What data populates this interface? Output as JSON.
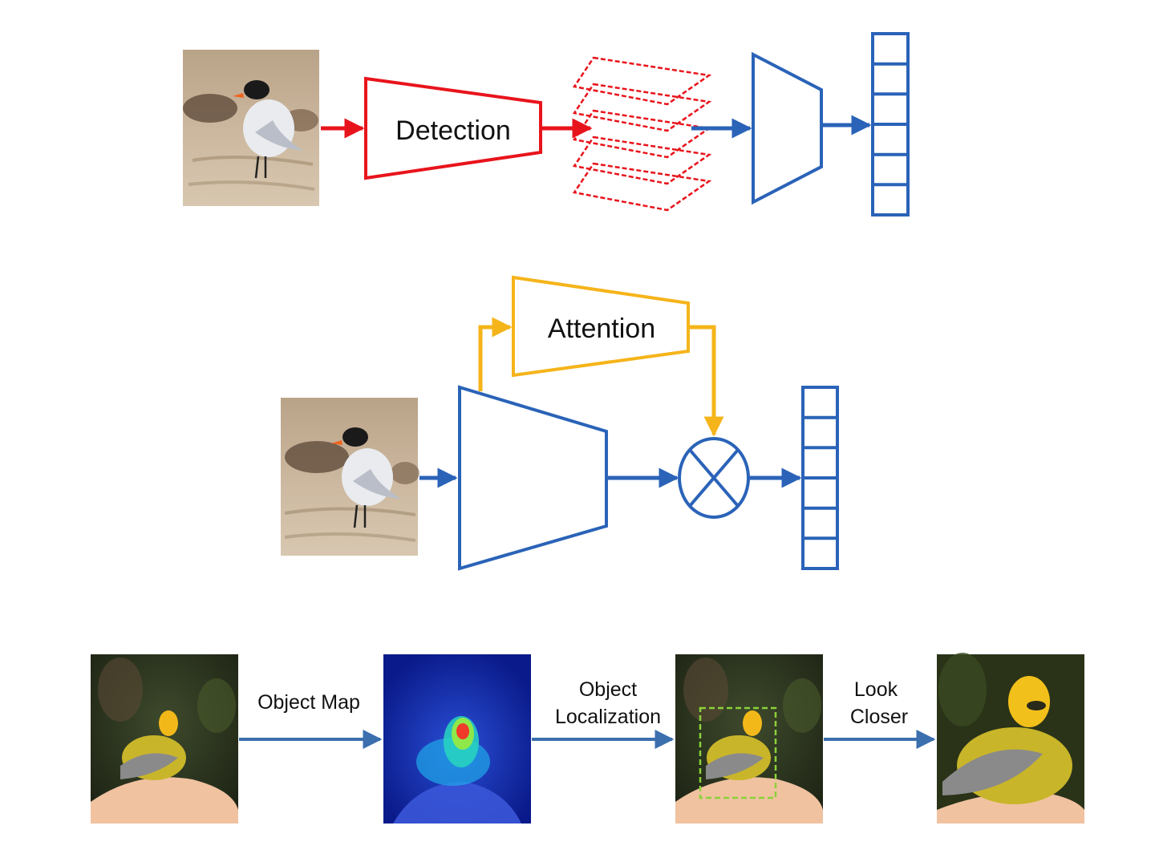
{
  "colors": {
    "detection": "#e8141c",
    "blue": "#2a63b8",
    "attention": "#f5b41a",
    "arrow_bottom": "#3b6fae",
    "text": "#111111",
    "crop_box": "#8bd13a"
  },
  "top_row": {
    "detection_label": "Detection"
  },
  "middle_row": {
    "attention_label": "Attention"
  },
  "bottom_row": {
    "step1_label": "Object Map",
    "step2_label_line1": "Object",
    "step2_label_line2": "Localization",
    "step3_label_line1": "Look",
    "step3_label_line2": "Closer"
  },
  "icons": {
    "multiply": "circle-times-icon",
    "feature_vector": "stacked-cells-icon"
  }
}
